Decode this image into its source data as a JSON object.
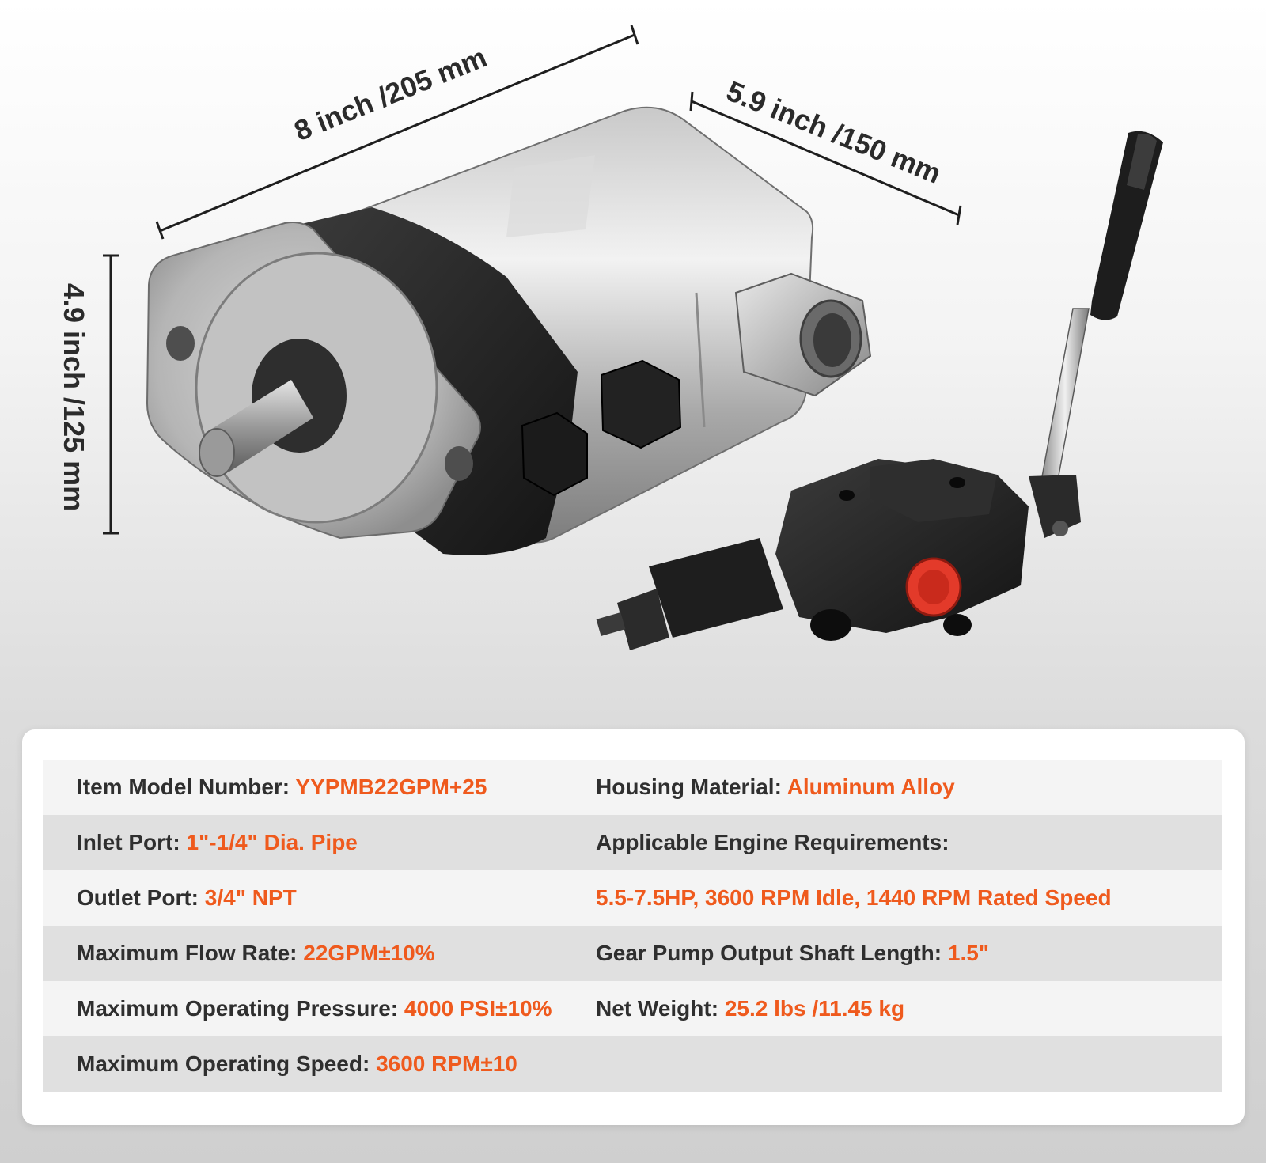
{
  "dimensions": {
    "width_label": "8 inch /205 mm",
    "depth_label": "5.9 inch /150 mm",
    "height_label": "4.9 inch /125 mm"
  },
  "product": {
    "pump_icon": "gear-pump-icon",
    "valve_icon": "control-valve-icon"
  },
  "colors": {
    "accent": "#ef5a1d",
    "label": "#2f2f2f",
    "row_light": "#f4f4f4",
    "row_dark": "#e0e0e0"
  },
  "specs": {
    "rows": [
      {
        "left_label": "Item Model Number: ",
        "left_value": "YYPMB22GPM+25",
        "right_label": "Housing Material: ",
        "right_value": "Aluminum Alloy"
      },
      {
        "left_label": "Inlet Port: ",
        "left_value": "1\"-1/4\" Dia. Pipe",
        "right_label": "Applicable Engine Requirements:",
        "right_value": ""
      },
      {
        "left_label": "Outlet Port: ",
        "left_value": "3/4\" NPT",
        "right_label": "",
        "right_value": "5.5-7.5HP, 3600 RPM Idle, 1440 RPM Rated Speed"
      },
      {
        "left_label": "Maximum Flow Rate: ",
        "left_value": "22GPM±10%",
        "right_label": "Gear Pump Output Shaft Length: ",
        "right_value": "1.5\""
      },
      {
        "left_label": "Maximum Operating Pressure: ",
        "left_value": "4000 PSI±10%",
        "right_label": "Net Weight: ",
        "right_value": "25.2 lbs /11.45 kg"
      },
      {
        "left_label": "Maximum Operating Speed: ",
        "left_value": "3600 RPM±10",
        "right_label": "",
        "right_value": ""
      }
    ]
  }
}
